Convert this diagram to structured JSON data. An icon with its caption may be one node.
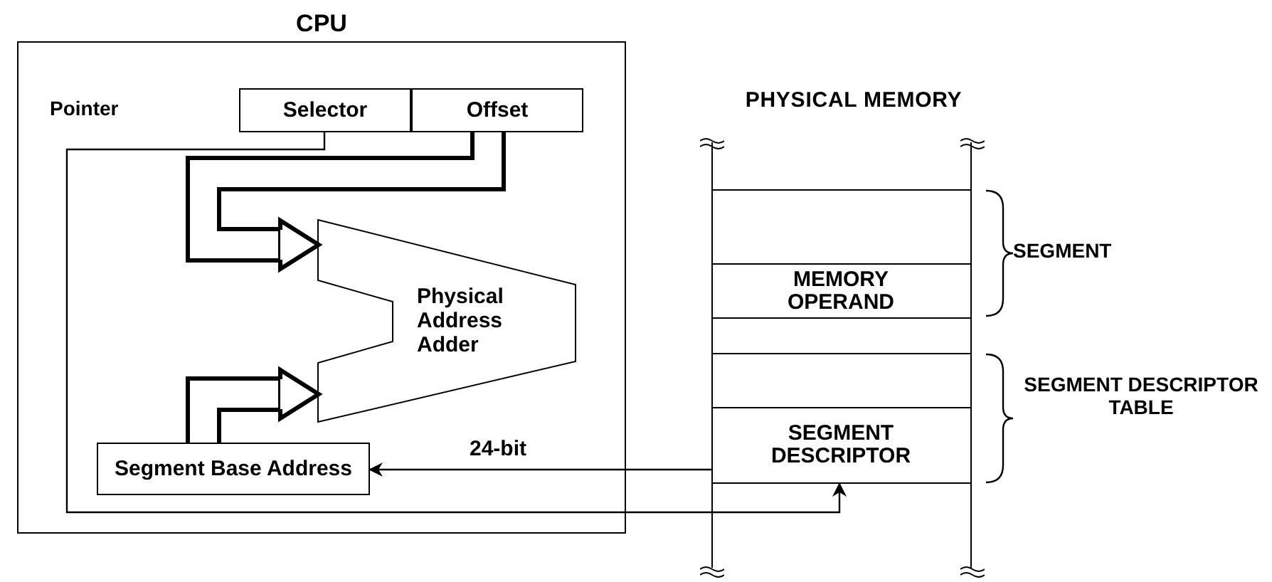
{
  "diagram": {
    "nodes": [
      {
        "text": [
          "CPU"
        ]
      },
      {
        "text": [
          "Selector"
        ],
        "in": 0
      },
      {
        "text": [
          "Offset"
        ],
        "in": 0
      },
      {
        "text": [
          "Physical Address Adder"
        ],
        "in": 0
      },
      {
        "text": [
          "Segment Base Address"
        ],
        "in": 0
      },
      {
        "text": [
          "PHYSICAL MEMORY"
        ]
      },
      {
        "text": [],
        "shape": "box",
        "in": 5
      },
      {
        "text": [
          "MEMORY OPERAND"
        ],
        "in": 5
      },
      {
        "text": [],
        "shape": "box",
        "in": 5
      },
      {
        "text": [],
        "shape": "box",
        "in": 5
      },
      {
        "text": [
          "SEGMENT DESCRIPTOR"
        ],
        "in": 5
      }
    ],
    "edges": [
      {
        "from": 1,
        "to": 10,
        "arrow": "to"
      },
      {
        "from": 2,
        "to": 3,
        "arrow": "to",
        "style": "thick"
      },
      {
        "from": 4,
        "to": 3,
        "arrow": "to",
        "style": "thick"
      },
      {
        "from": 10,
        "to": 4,
        "arrow": "to",
        "label": "24-bit"
      }
    ],
    "labels": [
      "Pointer",
      "SEGMENT",
      "SEGMENT DESCRIPTOR TABLE"
    ]
  }
}
